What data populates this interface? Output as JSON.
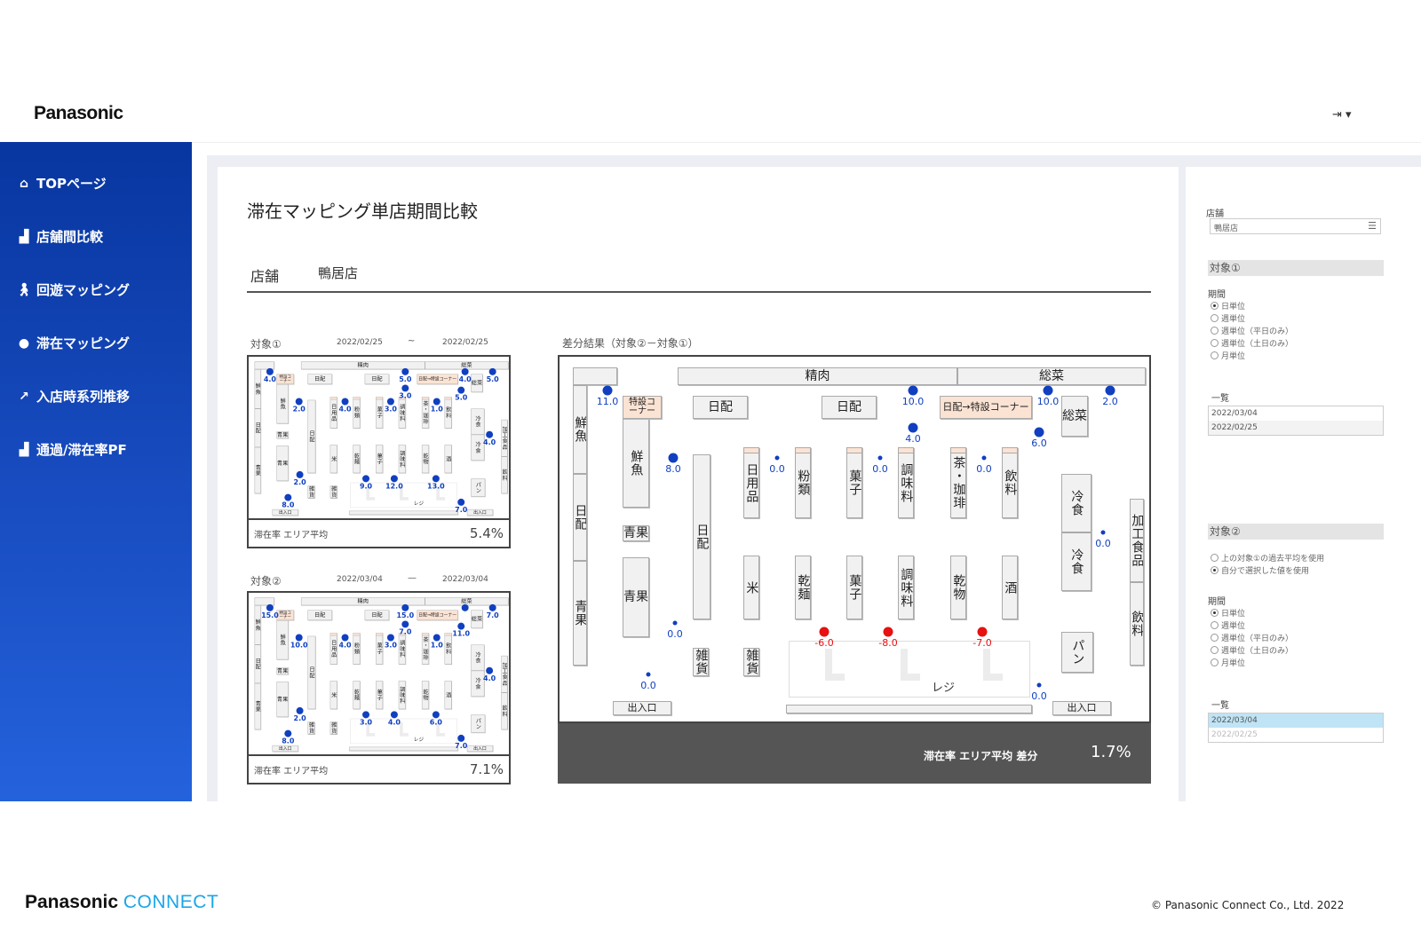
{
  "header": {
    "logo": "Panasonic",
    "logout_icon": "logout-icon"
  },
  "sidebar": {
    "items": [
      {
        "label": "TOPページ",
        "icon": "home-icon"
      },
      {
        "label": "店舗間比較",
        "icon": "bar-chart-icon"
      },
      {
        "label": "回遊マッピング",
        "icon": "walking-icon"
      },
      {
        "label": "滞在マッピング",
        "icon": "map-pin-icon"
      },
      {
        "label": "入店時系列推移",
        "icon": "line-chart-icon"
      },
      {
        "label": "通過/滞在率PF",
        "icon": "bar-chart-icon"
      }
    ]
  },
  "main": {
    "title": "滞在マッピング単店期間比較",
    "store_label": "店舗",
    "store_value": "鴨居店",
    "target1": {
      "label": "対象①",
      "from": "2022/02/25",
      "sep": "~",
      "to": "2022/02/25",
      "avg_label": "滞在率 エリア平均",
      "avg_value": "5.4%",
      "points": [
        "4.0",
        "2.0",
        "4.0",
        "3.0",
        "5.0",
        "3.0",
        "1.0",
        "4.0",
        "5.0",
        "5.0",
        "4.0",
        "2.0",
        "8.0",
        "9.0",
        "12.0",
        "13.0",
        "7.0"
      ]
    },
    "target2": {
      "label": "対象②",
      "from": "2022/03/04",
      "sep": "—",
      "to": "2022/03/04",
      "avg_label": "滞在率 エリア平均",
      "avg_value": "7.1%",
      "points": [
        "15.0",
        "10.0",
        "4.0",
        "3.0",
        "15.0",
        "7.0",
        "1.0",
        null,
        "11.0",
        "7.0",
        "4.0",
        "2.0",
        "8.0",
        "3.0",
        "4.0",
        "6.0",
        "7.0"
      ]
    },
    "diff": {
      "label": "差分結果（対象②－対象①）",
      "avg_label": "滞在率 エリア平均 差分",
      "avg_value": "1.7%",
      "points": [
        "11.0",
        "8.0",
        "0.0",
        "0.0",
        "10.0",
        "4.0",
        "0.0",
        "10.0",
        "6.0",
        "2.0",
        "0.0",
        "0.0",
        "0.0",
        "-6.0",
        "-8.0",
        "-7.0",
        "0.0"
      ]
    },
    "colors": {
      "positive": "#1040c0",
      "negative": "#e81010",
      "special_corner": "#fbe3d4"
    },
    "floorplan": {
      "labels": {
        "meat": "精肉",
        "deli_top": "総菜",
        "fish_wall": "鮮魚",
        "daily_wall": "日配",
        "produce_wall": "青果",
        "special": "特設コーナー",
        "fish": "鮮魚",
        "produce_small": "青果",
        "produce": "青果",
        "daily1": "日配",
        "daily2": "日配",
        "daily_special": "日配→特設コーナー",
        "deli": "総菜",
        "daily_v": "日配",
        "c1": "日用品",
        "c2": "粉類",
        "c3": "菓子",
        "c4": "調味料",
        "c5": "茶・珈琲",
        "c6": "飲料",
        "d1": "米",
        "d2": "乾麺",
        "d3": "菓子",
        "d4": "調味料",
        "d5": "乾物",
        "d6": "酒",
        "frozen1": "冷食",
        "frozen2": "冷食",
        "processed": "加工食品",
        "drinks_wall": "飲料",
        "bread": "パン",
        "misc1": "雑貨",
        "misc2": "雑貨",
        "register": "レジ",
        "entrance1": "出入口",
        "entrance2": "出入口"
      }
    }
  },
  "right_panel": {
    "store_label": "店舗",
    "store_value": "鴨居店",
    "menu_icon": "hamburger-icon",
    "t1": {
      "title": "対象①",
      "period_label": "期間",
      "options": [
        "日単位",
        "週単位",
        "週単位（平日のみ）",
        "週単位（土日のみ）",
        "月単位"
      ],
      "selected": 0,
      "list_label": "一覧",
      "list": [
        "2022/03/04",
        "2022/02/25"
      ]
    },
    "t2": {
      "title": "対象②",
      "mode_options": [
        "上の対象①の過去平均を使用",
        "自分で選択した値を使用"
      ],
      "mode_selected": 1,
      "period_label": "期間",
      "options": [
        "日単位",
        "週単位",
        "週単位（平日のみ）",
        "週単位（土日のみ）",
        "月単位"
      ],
      "selected": 0,
      "list_label": "一覧",
      "list": [
        "2022/03/04",
        "2022/02/25"
      ],
      "list_selected": 0
    }
  },
  "footer": {
    "logo_a": "Panasonic",
    "logo_b": "CONNECT",
    "copyright": "© Panasonic Connect Co., Ltd. 2022"
  }
}
